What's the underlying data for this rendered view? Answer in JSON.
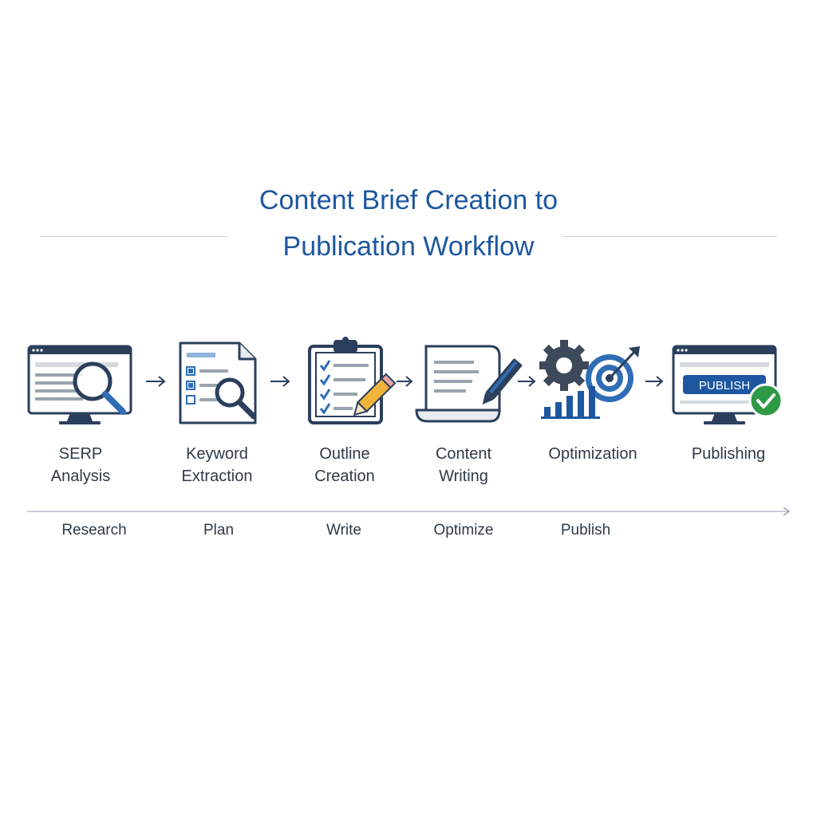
{
  "title": {
    "line1": "Content Brief Creation to",
    "line2": "Publication Workflow"
  },
  "steps": [
    {
      "line1": "SERP",
      "line2": "Analysis",
      "icon": "monitor-magnifier-icon"
    },
    {
      "line1": "Keyword",
      "line2": "Extraction",
      "icon": "document-magnifier-icon"
    },
    {
      "line1": "Outline",
      "line2": "Creation",
      "icon": "clipboard-checklist-icon"
    },
    {
      "line1": "Content",
      "line2": "Writing",
      "icon": "paper-pencil-icon"
    },
    {
      "line1": "Optimization",
      "line2": "",
      "icon": "gear-target-chart-icon"
    },
    {
      "line1": "Publishing",
      "line2": "",
      "icon": "monitor-publish-icon"
    }
  ],
  "publish_button": "PUBLISH",
  "phases": [
    "Research",
    "Plan",
    "Write",
    "Optimize",
    "Publish"
  ],
  "colors": {
    "title": "#1d57a0",
    "navy": "#2b3f5c",
    "blue": "#2f6db5",
    "light_blue": "#8fb3dd",
    "green": "#2e9a45",
    "text": "#2e3a46",
    "rule": "#cdd3db"
  }
}
